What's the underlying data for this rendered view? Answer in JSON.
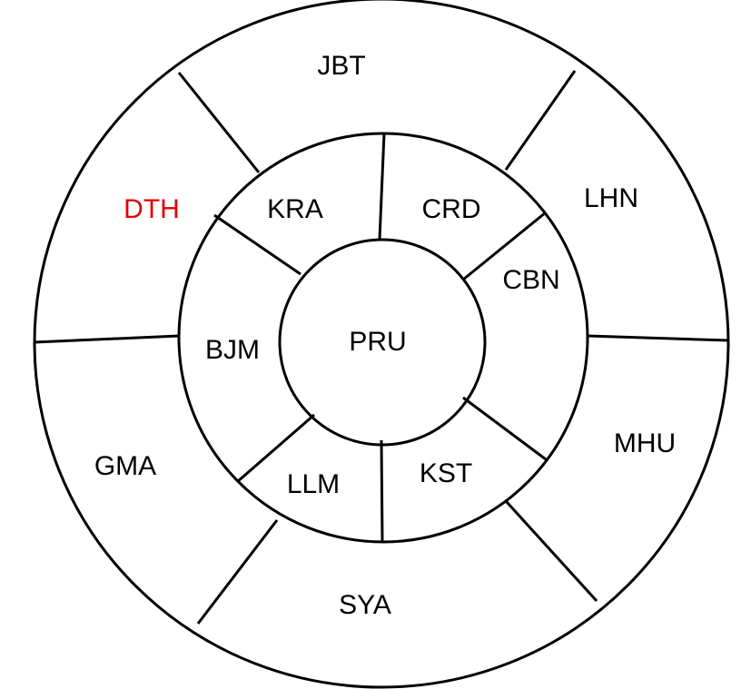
{
  "center": {
    "label": "PRU"
  },
  "inner_ring": [
    {
      "label": "KRA"
    },
    {
      "label": "CRD"
    },
    {
      "label": "CBN"
    },
    {
      "label": "KST"
    },
    {
      "label": "LLM"
    },
    {
      "label": "BJM"
    }
  ],
  "outer_ring": [
    {
      "label": "JBT"
    },
    {
      "label": "LHN"
    },
    {
      "label": "MHU"
    },
    {
      "label": "SYA"
    },
    {
      "label": "GMA"
    },
    {
      "label": "DTH",
      "highlight": true
    }
  ],
  "colors": {
    "highlight": "#e00000",
    "stroke": "#000000"
  }
}
